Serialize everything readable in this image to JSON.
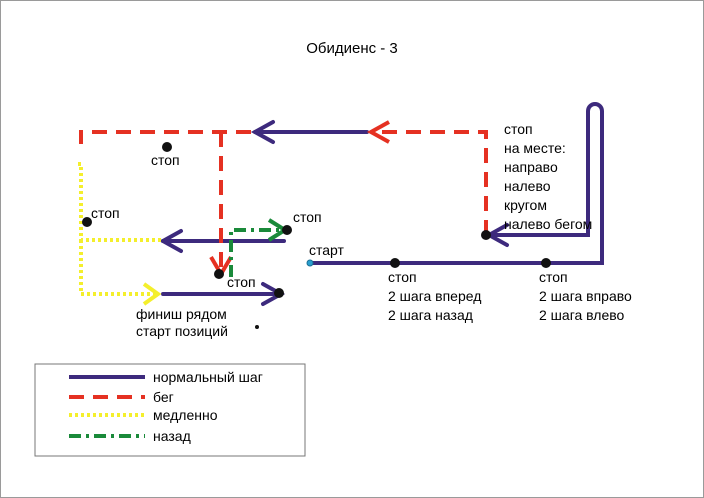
{
  "title": "Обидиенс - 3",
  "colors": {
    "normal": "#3d2a7d",
    "run": "#e53122",
    "slow": "#f4ef2c",
    "back": "#1a8a3a",
    "stop": "#111111",
    "start": "#2aa0d0"
  },
  "labels": {
    "stop_top_left": "стоп",
    "stop_left": "стоп",
    "stop_green": "стоп",
    "stop_center": "стоп",
    "start": "старт",
    "stop_right_mid": "стоп",
    "stop_right_far": "стоп",
    "stop_corner_l1": "стоп",
    "stop_corner_l2": "на месте:",
    "stop_corner_l3": "направо",
    "stop_corner_l4": "налево",
    "stop_corner_l5": "кругом",
    "stop_corner_l6": "налево бегом",
    "mid_steps_1": "2 шага вперед",
    "mid_steps_2": "2 шага назад",
    "far_steps_1": "2 шага вправо",
    "far_steps_2": "2 шага влево",
    "finish_1": "финиш рядом",
    "finish_2": "старт позиций"
  },
  "legend": {
    "normal": "нормальный шаг",
    "run": "бег",
    "slow": "медленно",
    "back": "назад"
  }
}
